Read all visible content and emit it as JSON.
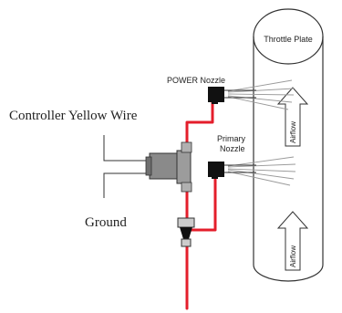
{
  "labels": {
    "controller_wire": "Controller Yellow Wire",
    "ground": "Ground",
    "power_nozzle": "POWER Nozzle",
    "primary_nozzle_line1": "Primary",
    "primary_nozzle_line2": "Nozzle",
    "throttle_plate": "Throttle Plate",
    "airflow_upper": "Airflow",
    "airflow_lower": "Airflow"
  },
  "colors": {
    "fuel_line": "#e41e2b",
    "outline": "#333333",
    "solenoid_body": "#8a8a8a",
    "nozzle_body": "#111111",
    "spray": "#9a9a9a"
  }
}
